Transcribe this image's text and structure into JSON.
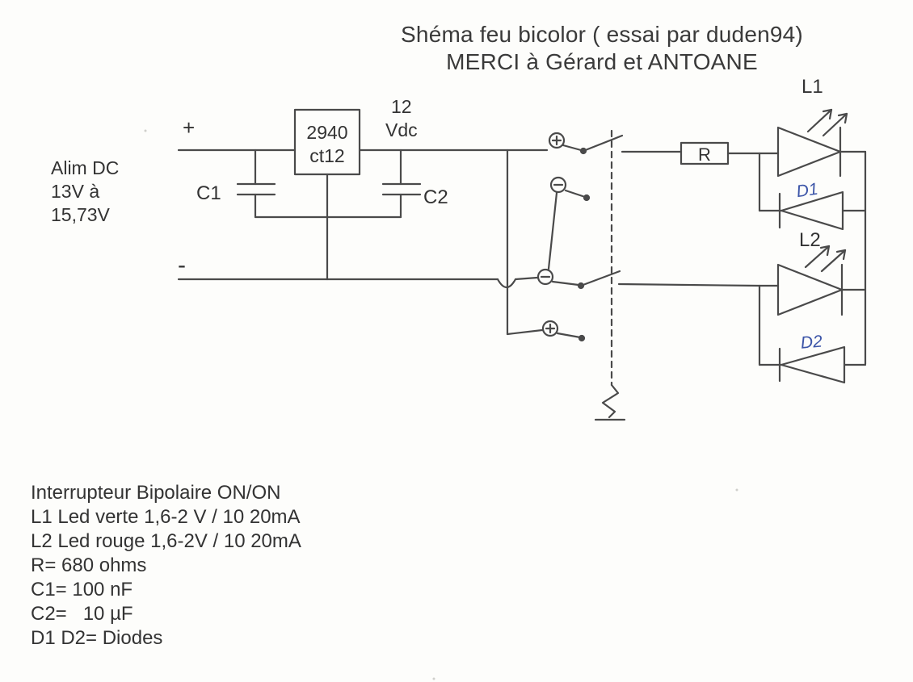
{
  "title": {
    "line1": "Shéma feu bicolor ( essai par duden94)",
    "line2": "MERCI à Gérard et ANTOANE"
  },
  "supply": {
    "line1": "Alim DC",
    "line2": "13V à",
    "line3": "15,73V",
    "plus": "+",
    "minus": "-"
  },
  "components": {
    "regulator_line1": "2940",
    "regulator_line2": "ct12",
    "vout_value": "12",
    "vout_unit": "Vdc",
    "c1": "C1",
    "c2": "C2",
    "r": "R",
    "l1": "L1",
    "l2": "L2",
    "d1": "D1",
    "d2": "D2"
  },
  "notes": [
    "Interrupteur Bipolaire ON/ON",
    "L1 Led verte 1,6-2 V / 10 20mA",
    "L2 Led rouge 1,6-2V / 10 20mA",
    "R= 680 ohms",
    "C1= 100 nF",
    "C2=   10 µF",
    "D1 D2= Diodes"
  ],
  "colors": {
    "ink": "#4a4a4a",
    "text": "#333333",
    "blue_handwriting": "#3c55a8",
    "background": "#fdfdfb"
  }
}
